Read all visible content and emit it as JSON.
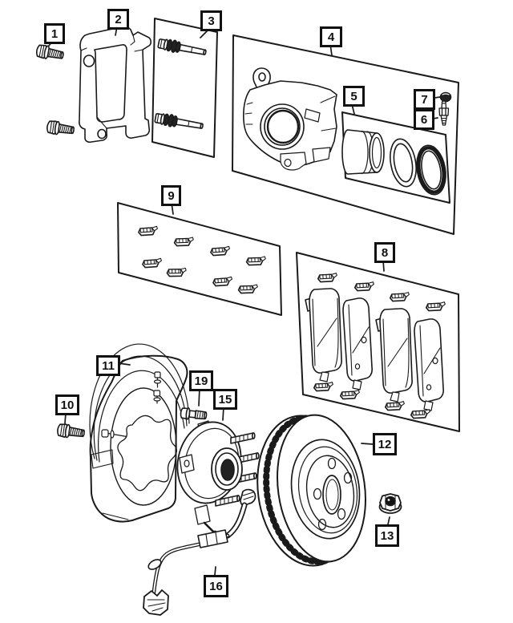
{
  "diagram": {
    "colors": {
      "background": "#ffffff",
      "line": "#1a1a1a"
    },
    "callouts": [
      "1",
      "2",
      "3",
      "4",
      "5",
      "6",
      "7",
      "8",
      "9",
      "10",
      "11",
      "12",
      "13",
      "15",
      "16",
      "19"
    ]
  }
}
